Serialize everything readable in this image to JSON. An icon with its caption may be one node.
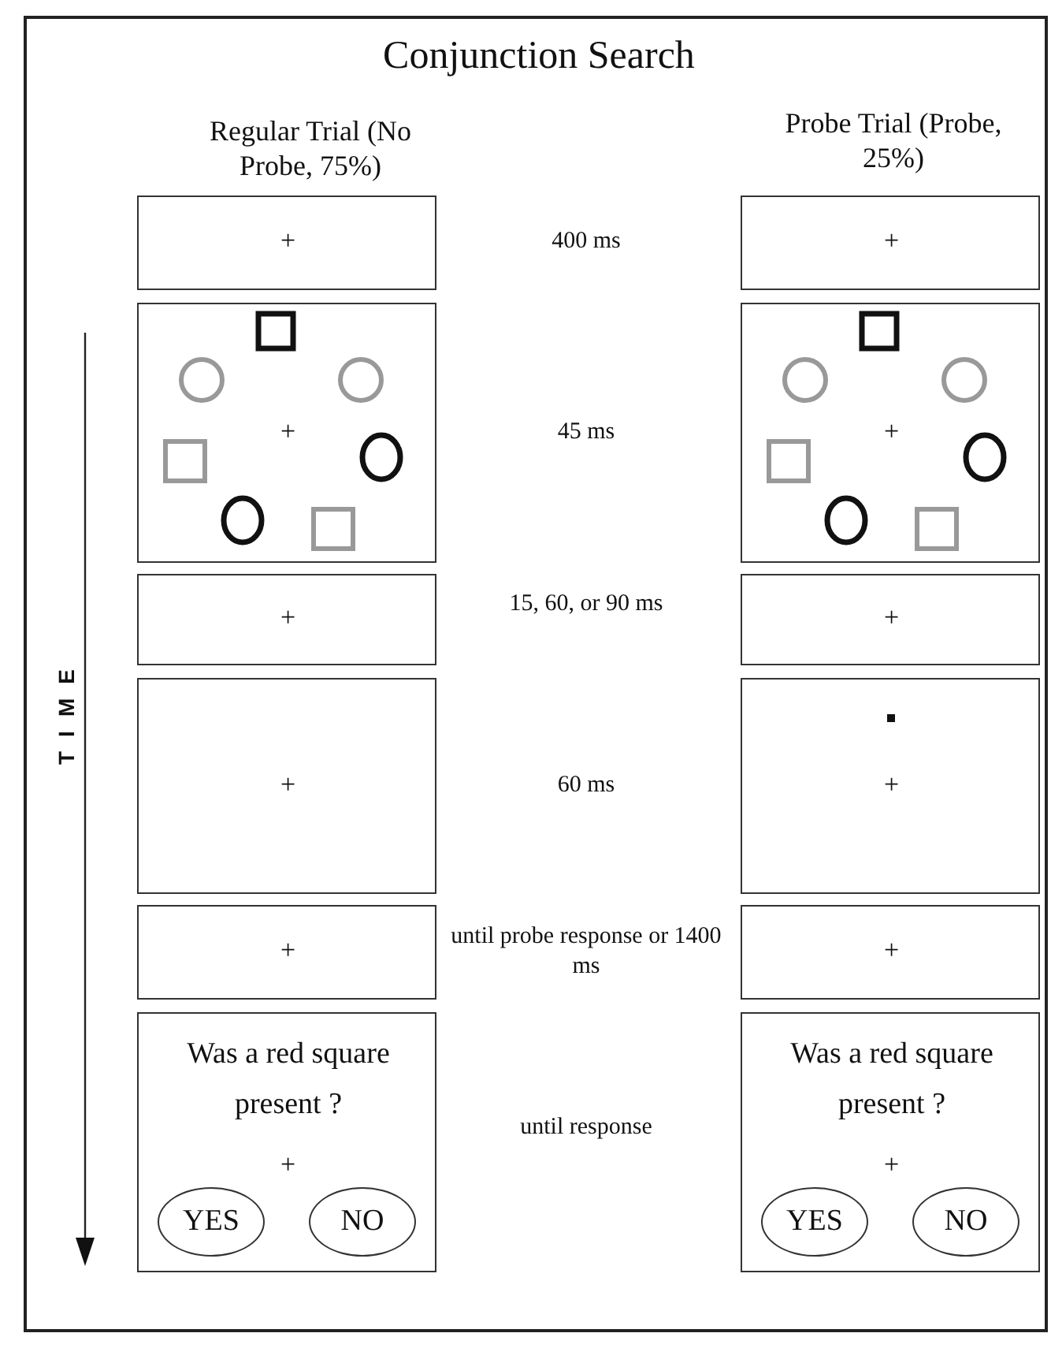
{
  "diagram": {
    "title": "Conjunction Search",
    "nodes": [
      {
        "text": [
          "+"
        ]
      },
      {
        "text": [
          "+"
        ]
      },
      {
        "text": [
          "+"
        ]
      },
      {
        "text": [
          "+"
        ]
      },
      {
        "text": [
          "+"
        ]
      },
      {
        "text": [
          "Was a red square present ?",
          "+"
        ]
      },
      {
        "text": [
          "YES"
        ],
        "in": 5
      },
      {
        "text": [
          "NO"
        ],
        "in": 5
      },
      {
        "text": [
          "+"
        ]
      },
      {
        "text": [
          "+"
        ]
      },
      {
        "text": [
          "+"
        ]
      },
      {
        "text": [
          "+"
        ]
      },
      {
        "text": [
          "+"
        ]
      },
      {
        "text": [
          "Was a red square present ?",
          "+"
        ]
      },
      {
        "text": [
          "YES"
        ],
        "in": 13
      },
      {
        "text": [
          "NO"
        ],
        "in": 13
      }
    ],
    "edges": [],
    "labels": [
      "Regular Trial (No Probe, 75%)",
      "Probe Trial (Probe, 25%)",
      "400 ms",
      "45 ms",
      "15, 60, or 90 ms",
      "60 ms",
      "until probe response or 1400 ms",
      "until response",
      "TIME"
    ]
  }
}
